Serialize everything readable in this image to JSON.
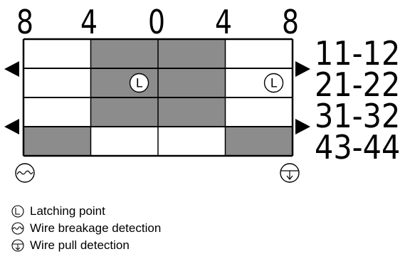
{
  "scale": {
    "labels": [
      "8",
      "4",
      "0",
      "4",
      "8"
    ]
  },
  "contacts": [
    "11-12",
    "21-22",
    "31-32",
    "43-44"
  ],
  "grid": {
    "rows": [
      {
        "contact": "11-12",
        "shaded": [
          false,
          true,
          true,
          false
        ],
        "latch": [
          false,
          false,
          false,
          false
        ]
      },
      {
        "contact": "21-22",
        "shaded": [
          false,
          true,
          true,
          false
        ],
        "latch": [
          false,
          true,
          false,
          true
        ]
      },
      {
        "contact": "31-32",
        "shaded": [
          false,
          true,
          true,
          false
        ],
        "latch": [
          false,
          false,
          false,
          false
        ]
      },
      {
        "contact": "43-44",
        "shaded": [
          true,
          false,
          false,
          true
        ],
        "latch": [
          false,
          false,
          false,
          false
        ]
      }
    ],
    "shade_color": "#8c8c8c",
    "latch_symbol": "L"
  },
  "legend": {
    "latching_point": "Latching point",
    "wire_breakage": "Wire breakage detection",
    "wire_pull": "Wire pull detection"
  }
}
